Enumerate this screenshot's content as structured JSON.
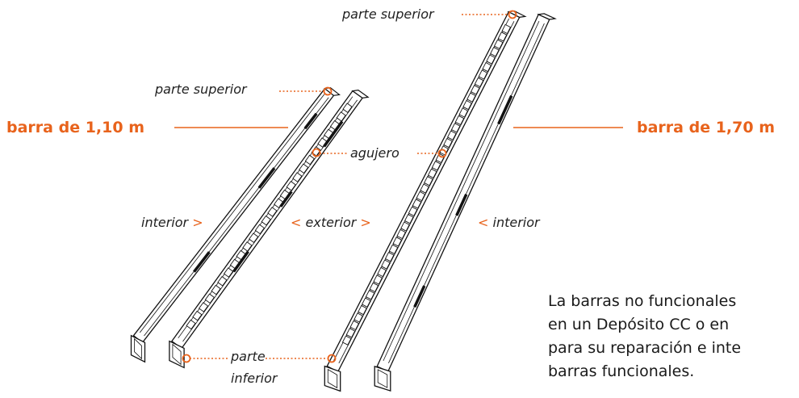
{
  "labels": {
    "top_short": "parte superior",
    "top_long": "parte superior",
    "bar_short": "barra de 1,10 m",
    "bar_long": "barra de 1,70 m",
    "hole": "agujero",
    "interior_left": "interior",
    "exterior": "exterior",
    "interior_right": "interior",
    "bottom_line1": "parte",
    "bottom_line2": "inferior",
    "arrow_left": "<",
    "arrow_right": ">"
  },
  "note": {
    "line1": "La barras no funcionales",
    "line2": "en un Depósito CC o en",
    "line3": "para su reparación e inte",
    "line4": "barras funcionales."
  },
  "colors": {
    "accent": "#e8631c",
    "ink": "#111111"
  }
}
